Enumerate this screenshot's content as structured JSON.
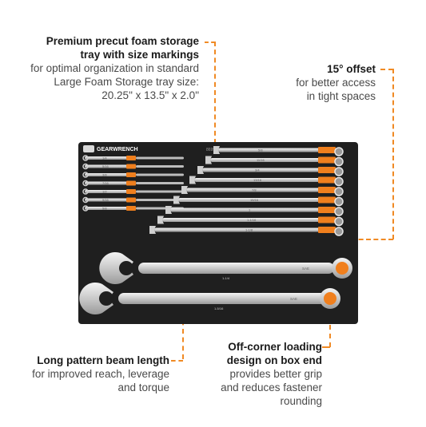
{
  "callouts": {
    "storage": {
      "heading_1": "Premium precut foam storage",
      "heading_2": "tray with size markings",
      "body_1": "for optimal organization in standard",
      "body_2": "Large Foam Storage tray size:",
      "body_3": "20.25\" x 13.5\" x 2.0\""
    },
    "offset": {
      "heading": "15° offset",
      "body_1": "for better access",
      "body_2": "in tight spaces"
    },
    "beam": {
      "heading": "Long pattern beam length",
      "body_1": "for improved reach, leverage",
      "body_2": "and torque"
    },
    "loading": {
      "heading_1": "Off-corner loading",
      "heading_2": "design on box end",
      "body_1": "provides better grip",
      "body_2": "and reduces fastener",
      "body_3": "rounding"
    }
  },
  "tray": {
    "brand": "GEARWRENCH",
    "model": "86958",
    "left_sizes": [
      "1/4",
      "5/16",
      "3/8",
      "7/16",
      "1/2",
      "9/16",
      "5/8"
    ],
    "right_sizes": [
      "5/8",
      "11/16",
      "3/4",
      "13/16",
      "7/8",
      "15/16",
      "1",
      "1-1/16",
      "1-1/8"
    ],
    "large_sizes": [
      "1-1/4",
      "1-5/16"
    ],
    "large_marking": "SAE",
    "colors": {
      "foam": "#1f1f1f",
      "accent": "#f07f1d",
      "chrome": "#d9d9d9"
    }
  }
}
